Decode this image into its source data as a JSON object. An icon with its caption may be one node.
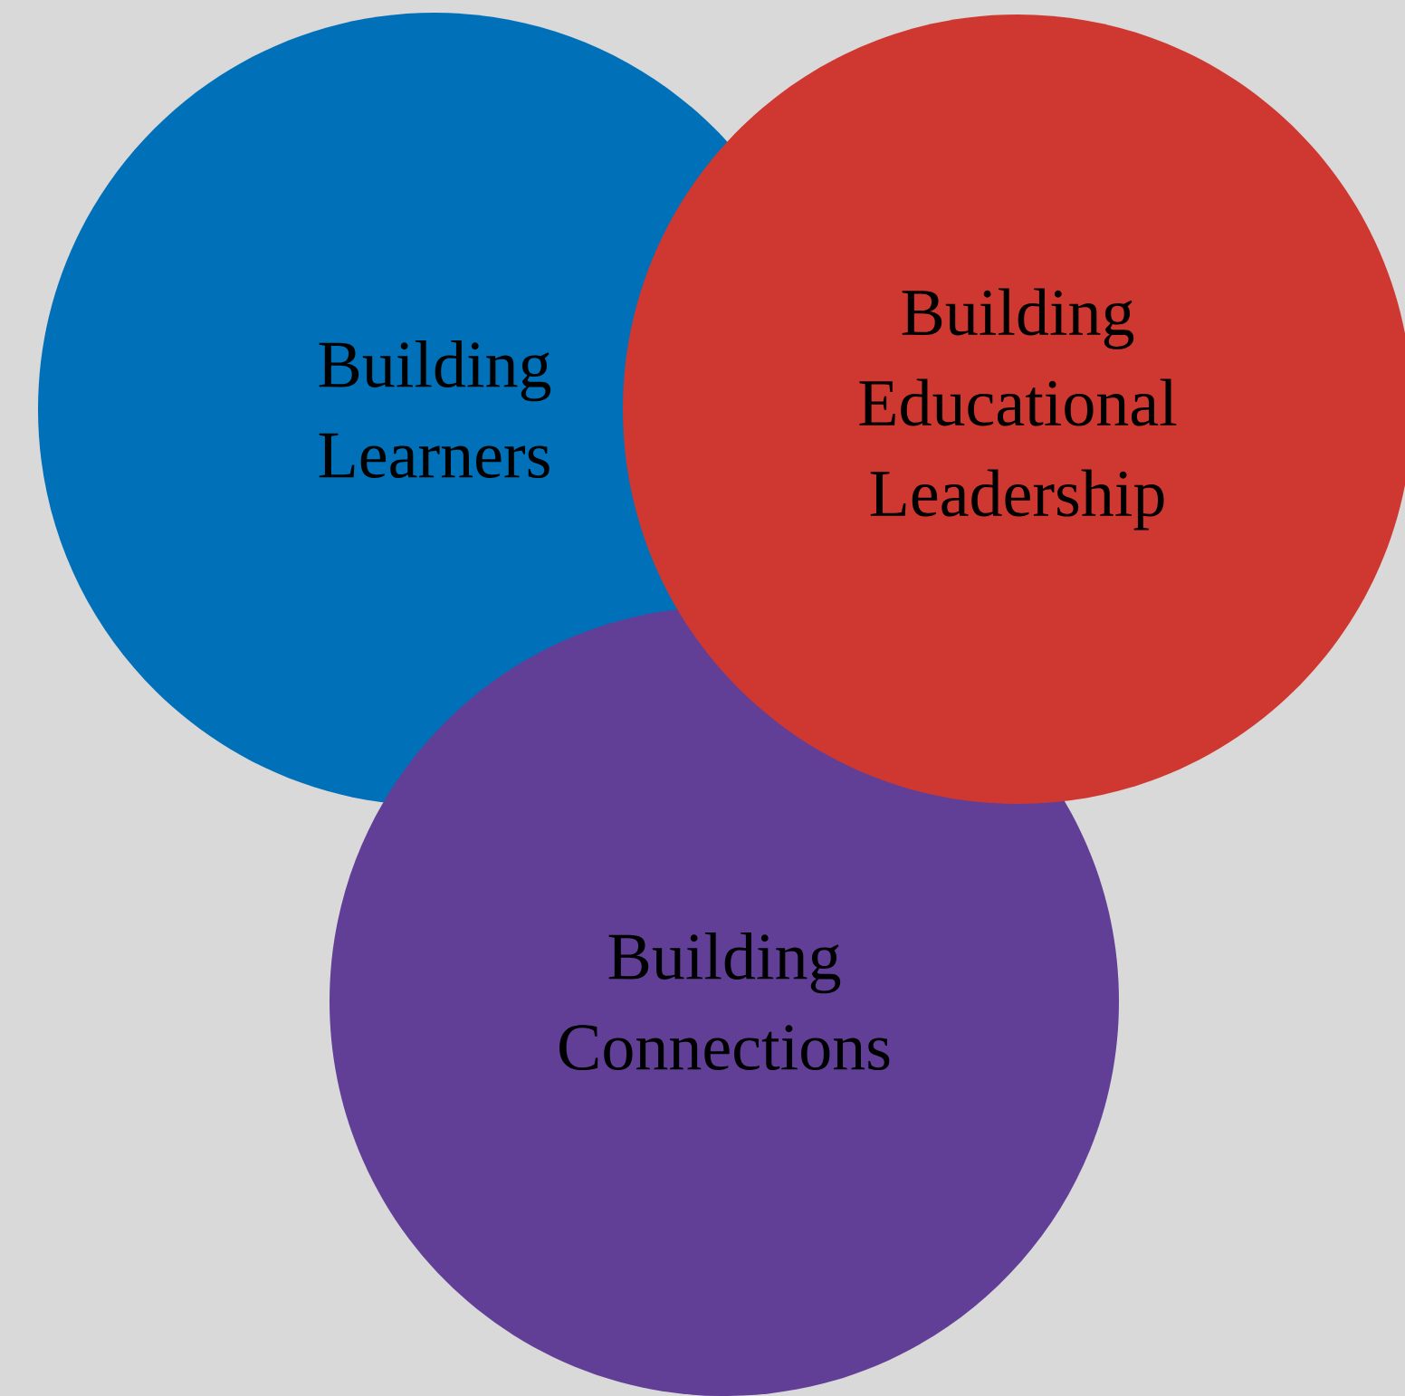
{
  "diagram": {
    "nodes": [
      {
        "text": [
          "Building Learners"
        ]
      },
      {
        "text": [
          "Building Educational Leadership"
        ]
      },
      {
        "text": [
          "Building Connections"
        ]
      }
    ]
  }
}
